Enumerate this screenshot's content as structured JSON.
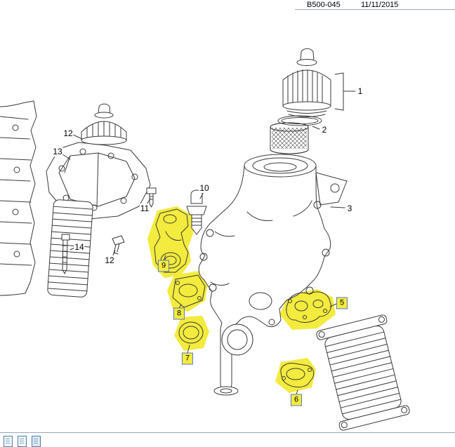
{
  "header": {
    "doc_number": "B500-045",
    "date": "11/11/2015"
  },
  "diagram": {
    "callouts": [
      {
        "label": "1",
        "highlighted": false
      },
      {
        "label": "2",
        "highlighted": false
      },
      {
        "label": "3",
        "highlighted": false
      },
      {
        "label": "5",
        "highlighted": true
      },
      {
        "label": "6",
        "highlighted": true
      },
      {
        "label": "7",
        "highlighted": true
      },
      {
        "label": "8",
        "highlighted": true
      },
      {
        "label": "9",
        "highlighted": true
      },
      {
        "label": "10",
        "highlighted": false
      },
      {
        "label": "11",
        "highlighted": false
      },
      {
        "label": "12",
        "highlighted": false
      },
      {
        "label": "12",
        "highlighted": false
      },
      {
        "label": "13",
        "highlighted": false
      },
      {
        "label": "14",
        "highlighted": false
      }
    ],
    "footer_icons": [
      "document-icon",
      "documents-icon",
      "printer-icon"
    ]
  },
  "colors": {
    "highlight_yellow": "#f3eb3d",
    "callout_border_blue": "#5b79c8",
    "line_color": "#3a3a3a",
    "rule_gray": "#9aa7b4"
  }
}
